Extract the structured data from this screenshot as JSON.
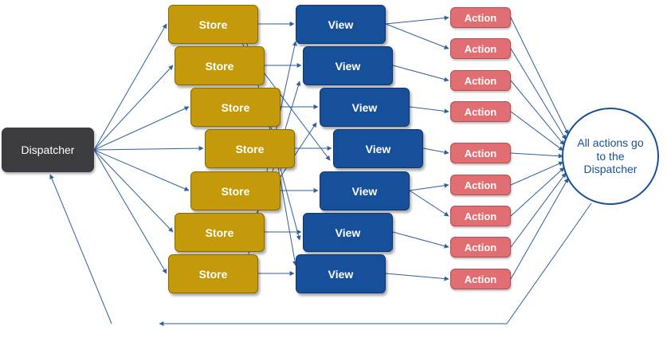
{
  "dispatcher": {
    "label": "Dispatcher"
  },
  "stores": [
    "Store",
    "Store",
    "Store",
    "Store",
    "Store",
    "Store",
    "Store"
  ],
  "views": [
    "View",
    "View",
    "View",
    "View",
    "View",
    "View",
    "View"
  ],
  "actions": [
    "Action",
    "Action",
    "Action",
    "Action",
    "Action",
    "Action",
    "Action",
    "Action",
    "Action"
  ],
  "hub": {
    "label": "All actions go to the Dispatcher"
  },
  "colors": {
    "dispatcher": "#3c3c40",
    "store": "#c49a0a",
    "view": "#17509a",
    "action": "#e06e72",
    "arrow": "#2f5f9e"
  }
}
